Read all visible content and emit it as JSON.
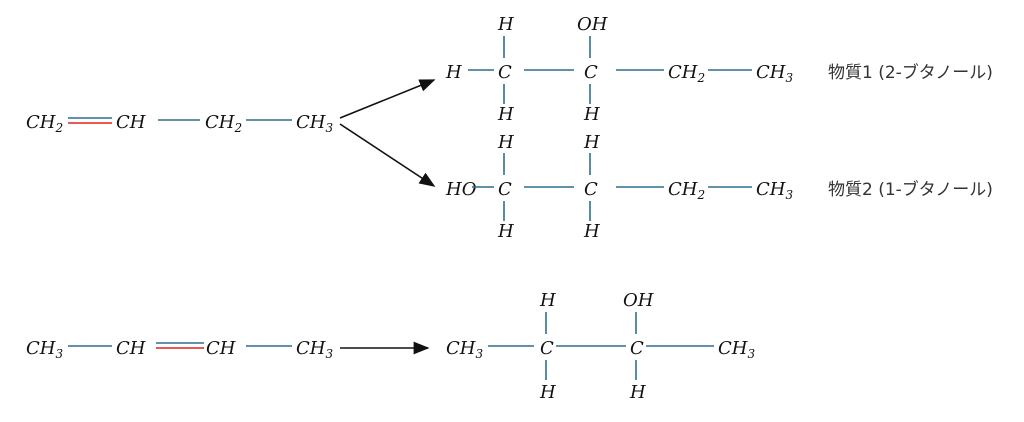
{
  "colors": {
    "bond": "#2E6E8E",
    "double_bond_accent": "#E02020",
    "arrow": "#111111",
    "text": "#111111"
  },
  "reaction1": {
    "reactant": {
      "a1": "CH",
      "a1_sub": "2",
      "a2": "CH",
      "a3": "CH",
      "a3_sub": "2",
      "a4": "CH",
      "a4_sub": "3"
    },
    "product1": {
      "h_left": "H",
      "c1": "C",
      "c1_top": "H",
      "c1_bottom": "H",
      "c2": "C",
      "c2_top": "OH",
      "c2_bottom": "H",
      "c3": "CH",
      "c3_sub": "2",
      "c4": "CH",
      "c4_sub": "3",
      "label": "物質1 (2-ブタノール)"
    },
    "product2": {
      "ho_left": "HO",
      "c1": "C",
      "c1_top": "H",
      "c1_bottom": "H",
      "c2": "C",
      "c2_top": "H",
      "c2_bottom": "H",
      "c3": "CH",
      "c3_sub": "2",
      "c4": "CH",
      "c4_sub": "3",
      "label": "物質2 (1-ブタノール)"
    }
  },
  "reaction2": {
    "reactant": {
      "a1": "CH",
      "a1_sub": "3",
      "a2": "CH",
      "a3": "CH",
      "a4": "CH",
      "a4_sub": "3"
    },
    "product": {
      "a1": "CH",
      "a1_sub": "3",
      "c1": "C",
      "c1_top": "H",
      "c1_bottom": "H",
      "c2": "C",
      "c2_top": "OH",
      "c2_bottom": "H",
      "a4": "CH",
      "a4_sub": "3"
    }
  }
}
